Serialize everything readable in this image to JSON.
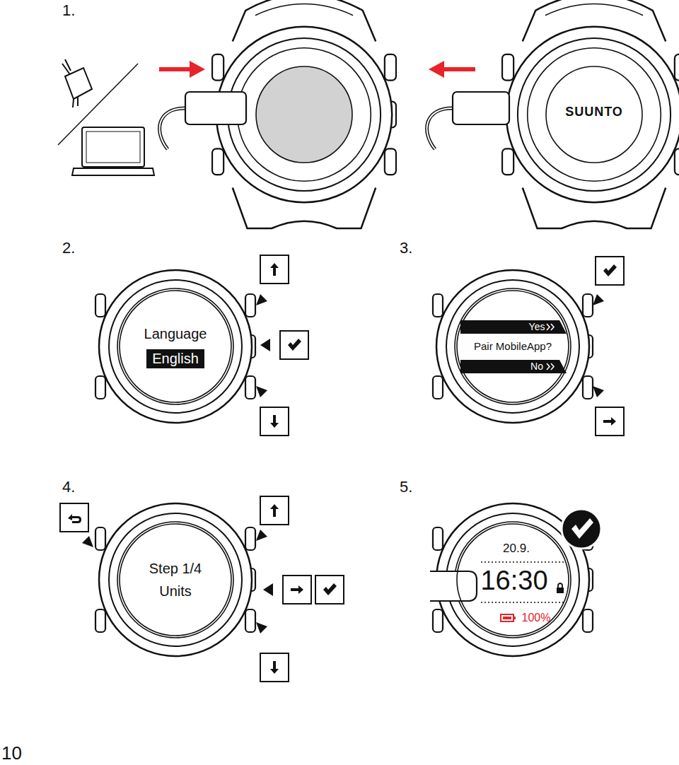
{
  "diagram": {
    "nodes": [
      {
        "text": [
          "SUUNTO"
        ]
      },
      {
        "text": [
          "Language"
        ]
      },
      {
        "text": [
          "English"
        ],
        "in": 1
      },
      {
        "text": [
          "Pair MobileApp?"
        ]
      },
      {
        "text": [
          "Yes"
        ],
        "in": 3
      },
      {
        "text": [
          "No"
        ],
        "in": 3
      },
      {
        "text": [
          "Step 1/4",
          "Units"
        ]
      },
      {
        "text": [
          "20.9.",
          "16:30",
          "100%"
        ]
      }
    ],
    "labels": [
      "1.",
      "2.",
      "3.",
      "4.",
      "5.",
      "10"
    ]
  }
}
